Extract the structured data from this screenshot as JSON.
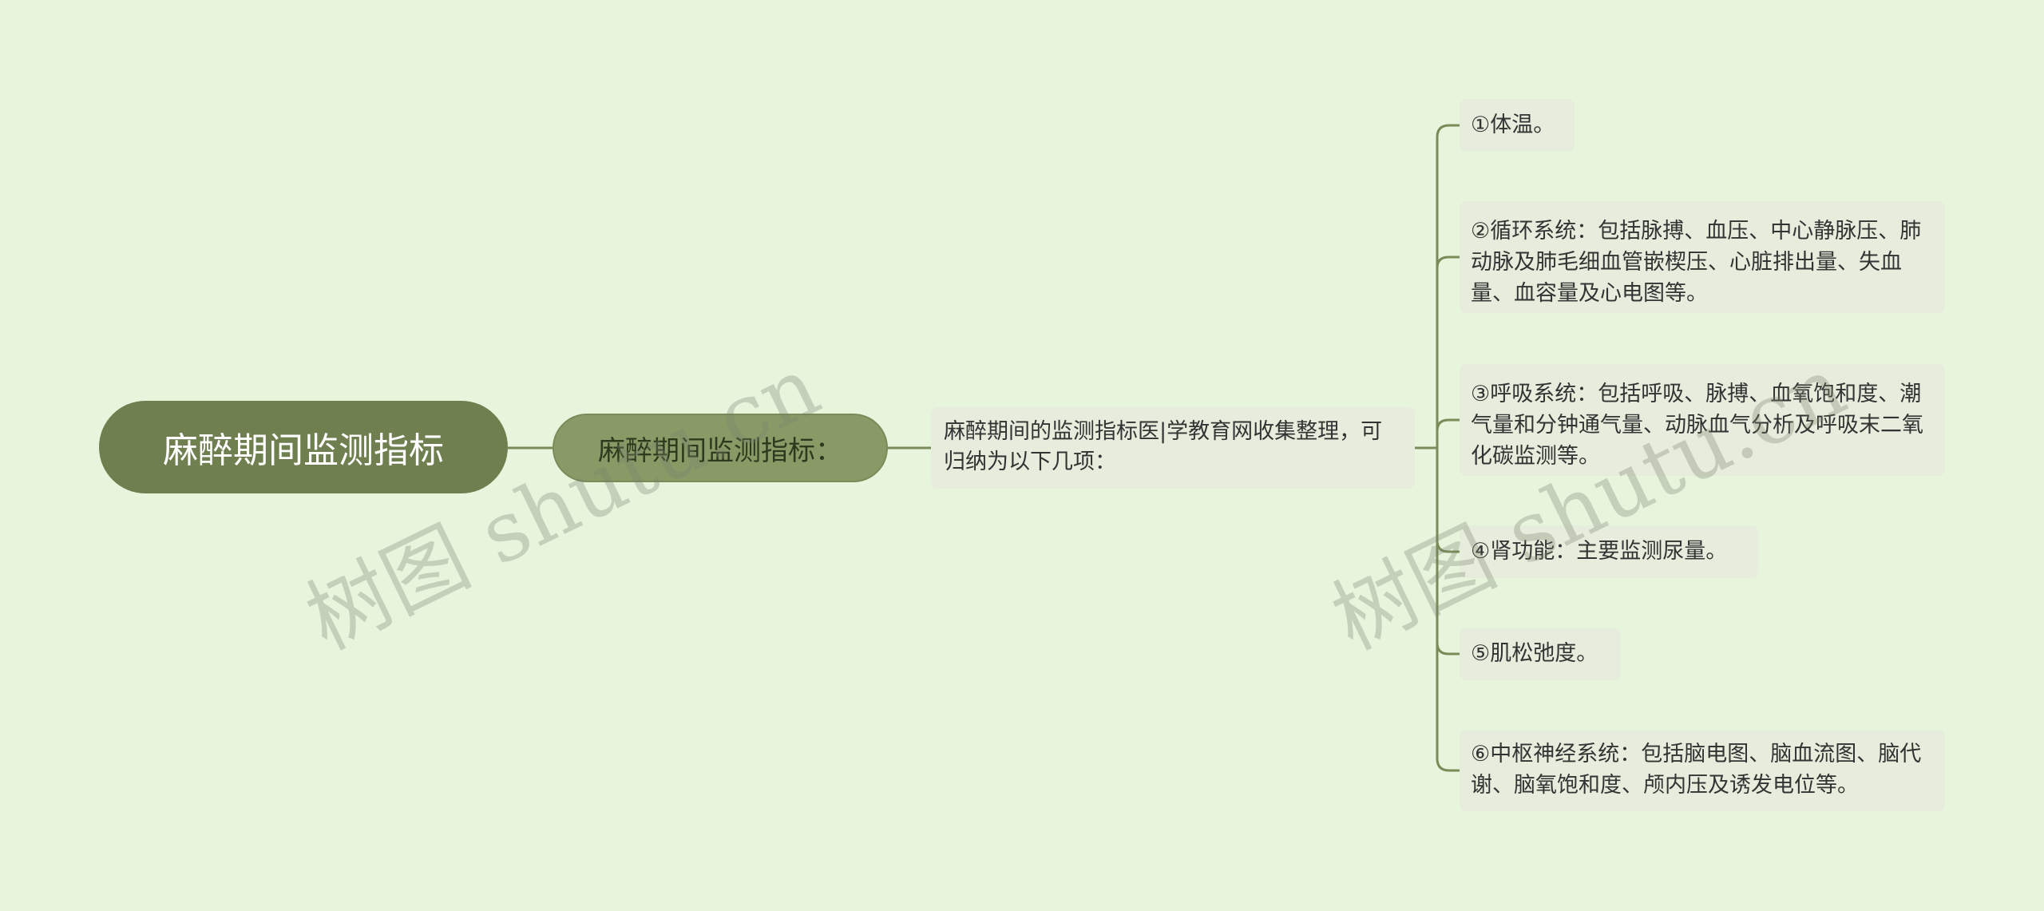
{
  "mindmap": {
    "root": "麻醉期间监测指标",
    "level1": "麻醉期间监测指标：",
    "level2": "麻醉期间的监测指标医|学教育网收集整理，可归纳为以下几项：",
    "leaves": [
      "①体温。",
      "②循环系统：包括脉搏、血压、中心静脉压、肺动脉及肺毛细血管嵌楔压、心脏排出量、失血量、血容量及心电图等。",
      "③呼吸系统：包括呼吸、脉搏、血氧饱和度、潮气量和分钟通气量、动脉血气分析及呼吸末二氧化碳监测等。",
      "④肾功能：主要监测尿量。",
      "⑤肌松弛度。",
      "⑥中枢神经系统：包括脑电图、脑血流图、脑代谢、脑氧饱和度、颅内压及诱发电位等。"
    ]
  },
  "watermark": "树图 shutu.cn",
  "colors": {
    "background": "#e8f5dd",
    "root_fill": "#6f7f4f",
    "level1_fill": "#8a9a67",
    "box_fill": "#e6eddc",
    "connector": "#7a8a58"
  }
}
